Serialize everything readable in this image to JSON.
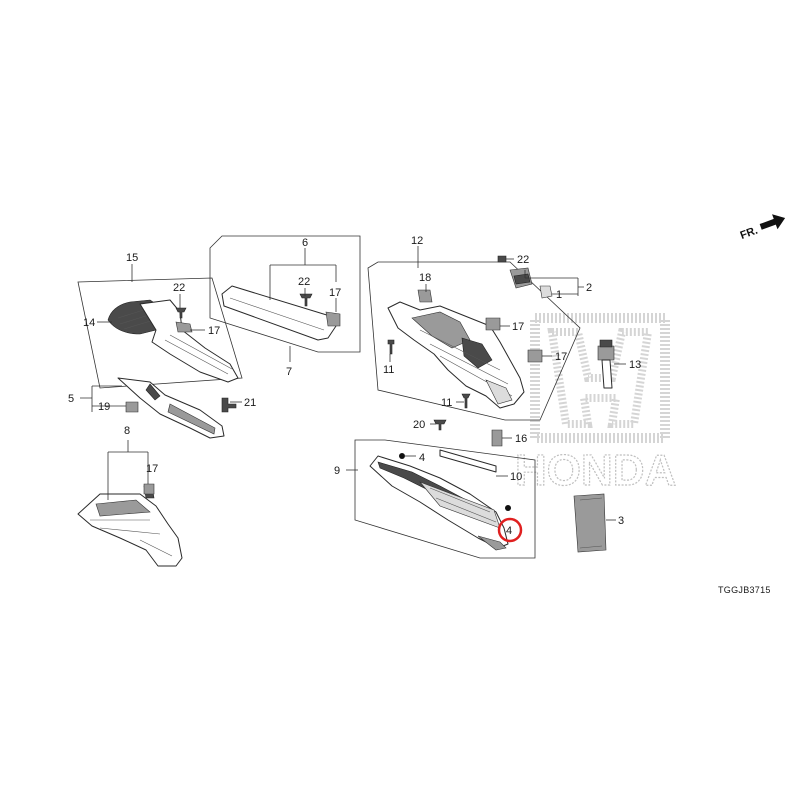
{
  "diagram_code": "TGGJB3715",
  "direction_label": "FR.",
  "watermark": {
    "brand": "HONDA"
  },
  "highlight": {
    "part_number": "4",
    "ring_color": "#e02020"
  },
  "labels": {
    "p1": "1",
    "p2": "2",
    "p3": "3",
    "p4a": "4",
    "p4b": "4",
    "p5": "5",
    "p6": "6",
    "p7": "7",
    "p8": "8",
    "p9": "9",
    "p10": "10",
    "p11a": "11",
    "p11b": "11",
    "p12": "12",
    "p13": "13",
    "p14": "14",
    "p15": "15",
    "p16": "16",
    "p17a": "17",
    "p17b": "17",
    "p17c": "17",
    "p17d": "17",
    "p17e": "17",
    "p18": "18",
    "p19": "19",
    "p20": "20",
    "p21": "21",
    "p22a": "22",
    "p22b": "22",
    "p22c": "22"
  }
}
